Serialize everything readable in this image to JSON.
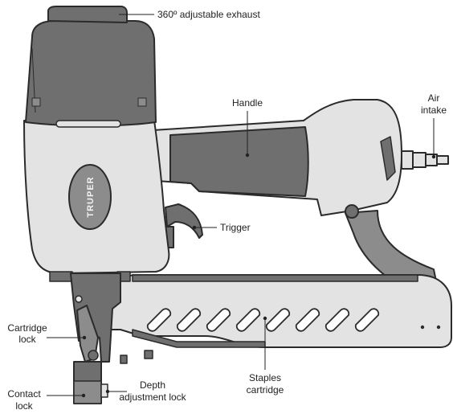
{
  "brand": "TRUPER",
  "labels": {
    "exhaust": "360º adjustable exhaust",
    "handle": "Handle",
    "air_intake_1": "Air",
    "air_intake_2": "intake",
    "trigger": "Trigger",
    "cartridge_lock_1": "Cartridge",
    "cartridge_lock_2": "lock",
    "staples_cartridge_1": "Staples",
    "staples_cartridge_2": "cartridge",
    "contact_lock_1": "Contact",
    "contact_lock_2": "lock",
    "depth_lock_1": "Depth",
    "depth_lock_2": "adjustment lock"
  },
  "colors": {
    "dark_grey": "#6f6f6f",
    "mid_grey": "#8c8c8c",
    "light_grey": "#e3e3e3",
    "outline": "#2b2b2b"
  }
}
